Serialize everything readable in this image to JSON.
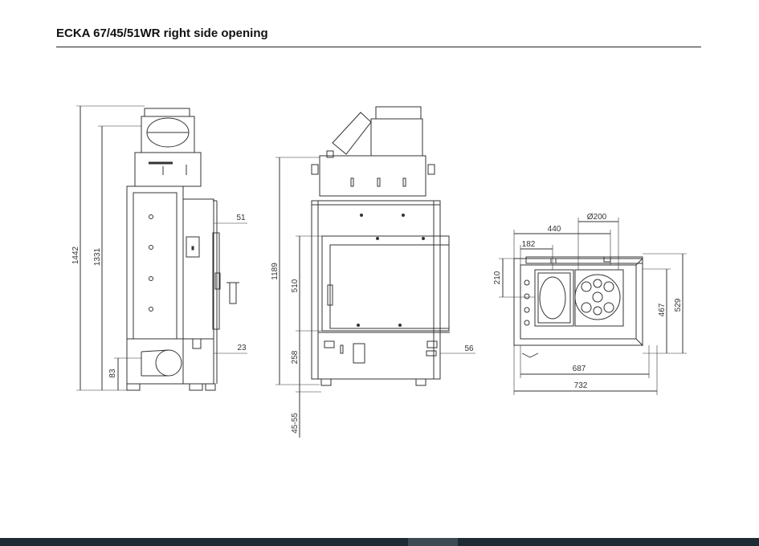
{
  "title": "ECKA 67/45/51WR right side opening",
  "dimensions": {
    "side_height_total": "1442",
    "side_height_body": "1331",
    "side_base_height": "83",
    "side_top_offset": "51",
    "side_bottom_offset": "23",
    "front_height": "1189",
    "front_glass_height": "510",
    "front_base_height": "258",
    "front_legs_range": "45-55",
    "front_side_offset": "56",
    "top_flue_diameter": "Ø200",
    "top_flue_center_x": "440",
    "top_flue_offset_x": "182",
    "top_flue_offset_y": "210",
    "top_depth_inner": "467",
    "top_depth_outer": "529",
    "top_width_inner": "687",
    "top_width_outer": "732"
  },
  "colors": {
    "line": "#333333",
    "footer": "#1e2b33",
    "footer_accent": "#3b4a53"
  }
}
